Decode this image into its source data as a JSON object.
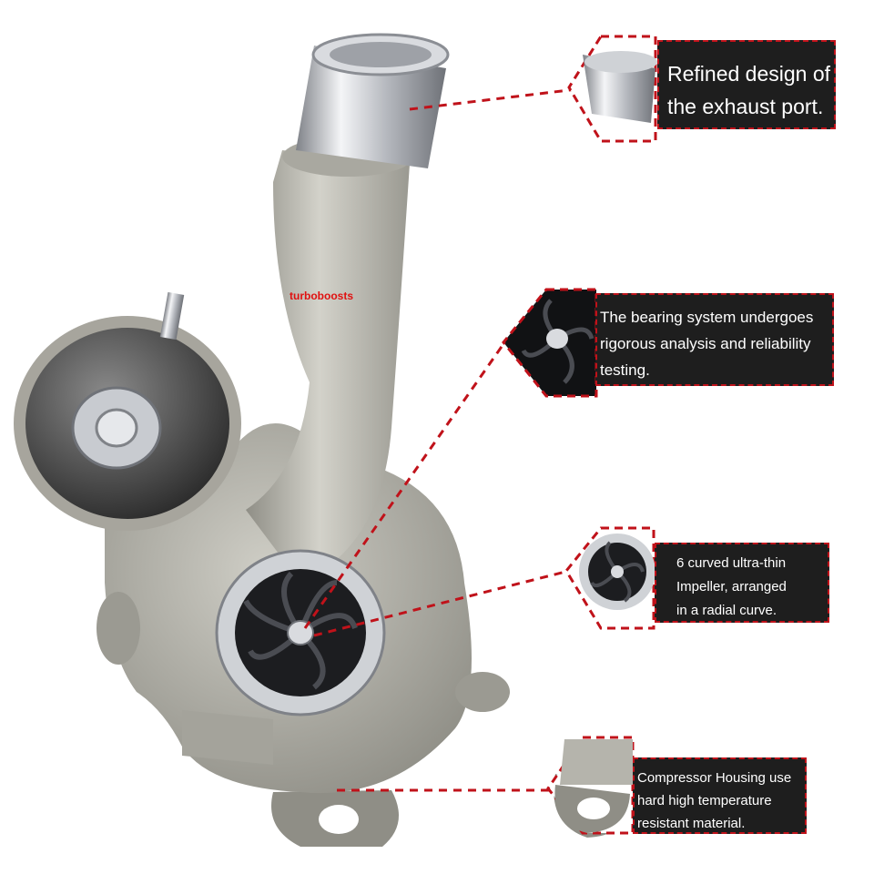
{
  "watermark": "turboboosts",
  "accent_color": "#c0121a",
  "panel_color": "#1e1e1e",
  "callouts": [
    {
      "name": "exhaust-port",
      "text": "Refined design of\nthe exhaust port."
    },
    {
      "name": "bearing-system",
      "text": "The bearing system undergoes\n rigorous analysis and reliability\ntesting."
    },
    {
      "name": "impeller",
      "text": "6 curved ultra-thin\nImpeller, arranged\n in a radial curve."
    },
    {
      "name": "compressor-housing",
      "text": "Compressor Housing use\nhard high temperature\nresistant material."
    }
  ]
}
